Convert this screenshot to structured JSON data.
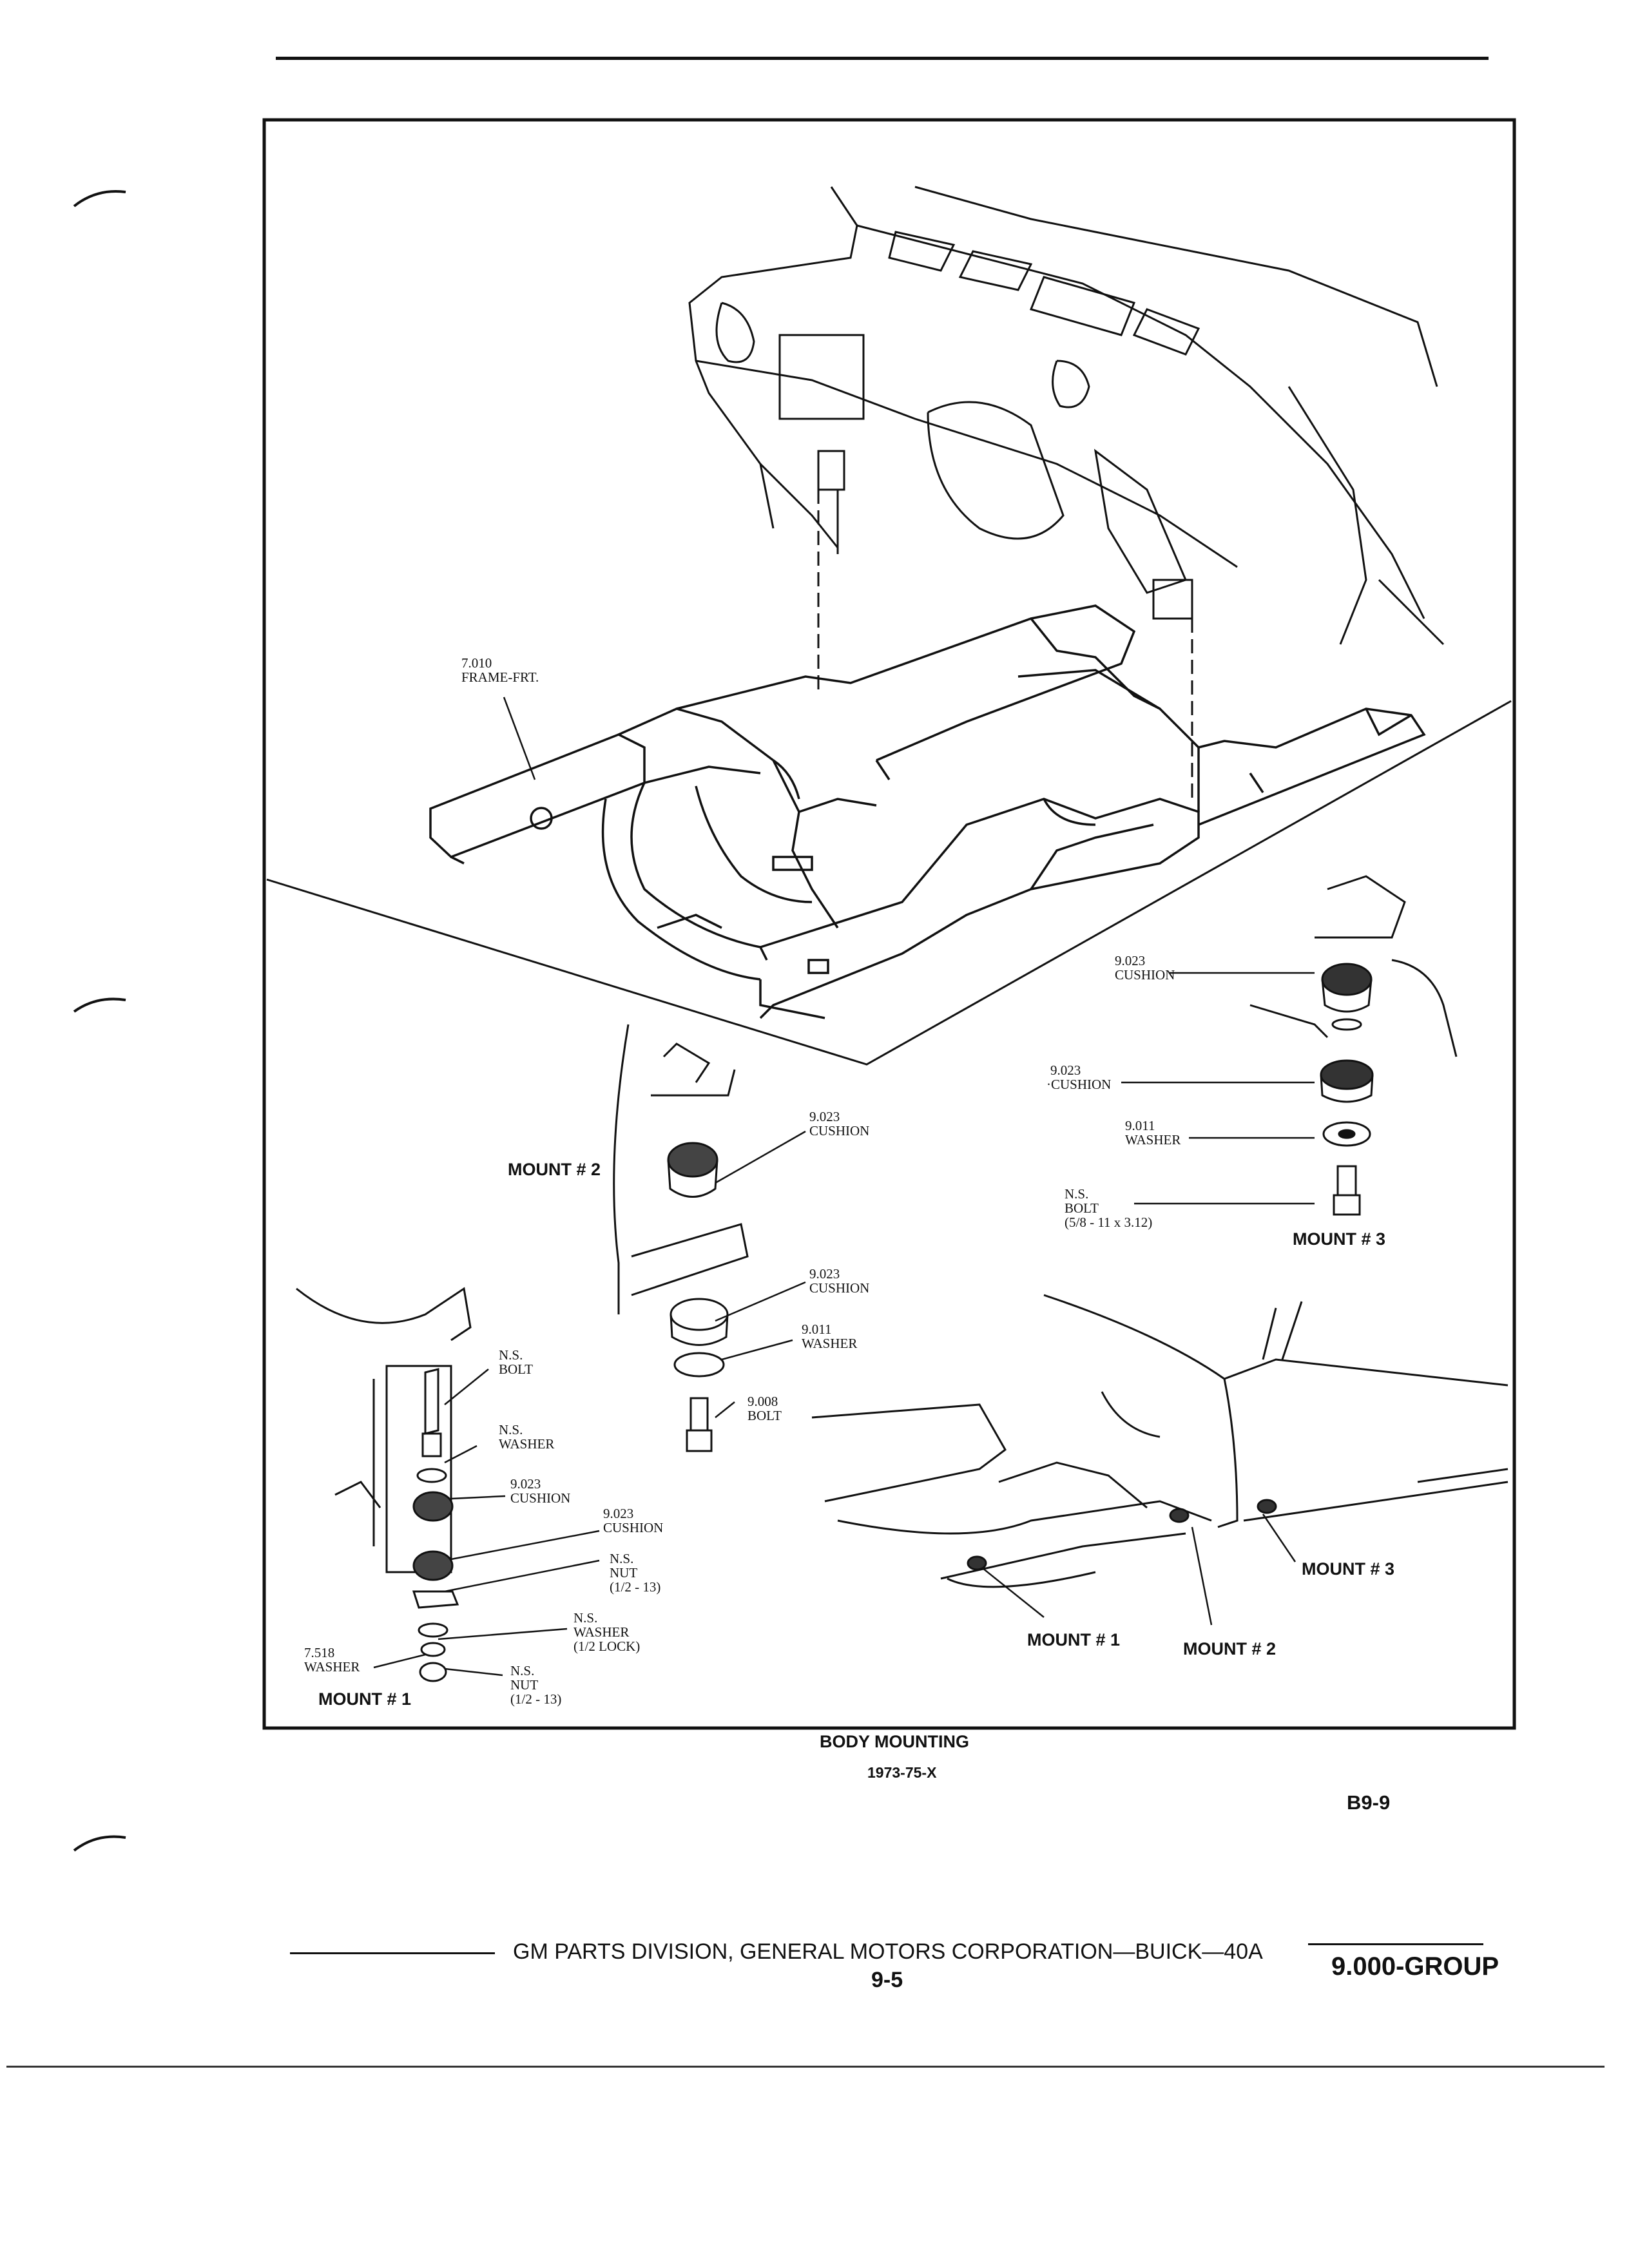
{
  "diagram": {
    "labels": {
      "frame": [
        "7.010",
        "FRAME-FRT."
      ],
      "top_cushion": [
        "9.023",
        "CUSHION"
      ],
      "top_cushion2": [
        "9.023",
        "·CUSHION"
      ],
      "top_washer": [
        "9.011",
        "WASHER"
      ],
      "top_bolt": [
        "N.S.",
        "BOLT",
        "(5/8 - 11 x 3.12)"
      ],
      "mid_cushion": [
        "9.023",
        "CUSHION"
      ],
      "mid_cushion2": [
        "9.023",
        "CUSHION"
      ],
      "mid_washer": [
        "9.011",
        "WASHER"
      ],
      "mid_bolt": [
        "9.008",
        "BOLT"
      ],
      "m1_bolt": [
        "N.S.",
        "BOLT"
      ],
      "m1_washer": [
        "N.S.",
        "WASHER"
      ],
      "m1_cushion": [
        "9.023",
        "CUSHION"
      ],
      "m1_cushion2": [
        "9.023",
        "CUSHION"
      ],
      "m1_nut": [
        "N.S.",
        "NUT",
        "(1/2 - 13)"
      ],
      "m1_lockwasher": [
        "N.S.",
        "WASHER",
        "(1/2 LOCK)"
      ],
      "m1_washer2": [
        "7.518",
        "WASHER"
      ],
      "m1_nut2": [
        "N.S.",
        "NUT",
        "(1/2 - 13)"
      ]
    },
    "mounts": {
      "mount2": "MOUNT # 2",
      "mount3": "MOUNT # 3",
      "mount1": "MOUNT # 1",
      "car_mount1": "MOUNT # 1",
      "car_mount2": "MOUNT # 2",
      "car_mount3": "MOUNT # 3"
    }
  },
  "caption": {
    "title": "BODY MOUNTING",
    "subtitle": "1973-75-X",
    "figure_id": "B9-9"
  },
  "footer": {
    "company": "GM PARTS DIVISION, GENERAL MOTORS CORPORATION—BUICK—40A",
    "page": "9-5",
    "group": "9.000-GROUP"
  }
}
